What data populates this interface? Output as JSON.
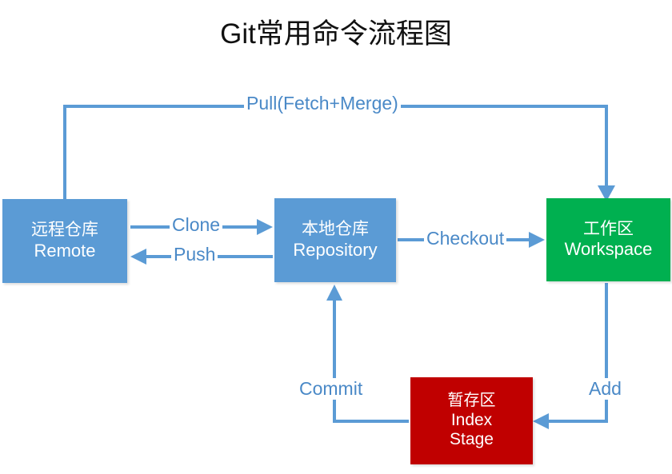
{
  "title": "Git常用命令流程图",
  "colors": {
    "remote_fill": "#5B9BD5",
    "repository_fill": "#5B9BD5",
    "workspace_fill": "#00B050",
    "index_fill": "#C00000",
    "arrow": "#5B9BD5",
    "label_text": "#4A89C7",
    "node_text": "#FFFFFF",
    "title_text": "#111111",
    "background": "#FFFFFF"
  },
  "nodes": {
    "remote": {
      "cn": "远程仓库",
      "en": "Remote"
    },
    "repository": {
      "cn": "本地仓库",
      "en": "Repository"
    },
    "workspace": {
      "cn": "工作区",
      "en": "Workspace"
    },
    "index": {
      "cn": "暂存区",
      "en": "Index",
      "en2": "Stage"
    }
  },
  "edges": {
    "pull": {
      "label": "Pull(Fetch+Merge)",
      "from": "remote",
      "to": "workspace"
    },
    "clone": {
      "label": "Clone",
      "from": "remote",
      "to": "repository"
    },
    "push": {
      "label": "Push",
      "from": "repository",
      "to": "remote"
    },
    "checkout": {
      "label": "Checkout",
      "from": "repository",
      "to": "workspace"
    },
    "add": {
      "label": "Add",
      "from": "workspace",
      "to": "index"
    },
    "commit": {
      "label": "Commit",
      "from": "index",
      "to": "repository"
    }
  }
}
